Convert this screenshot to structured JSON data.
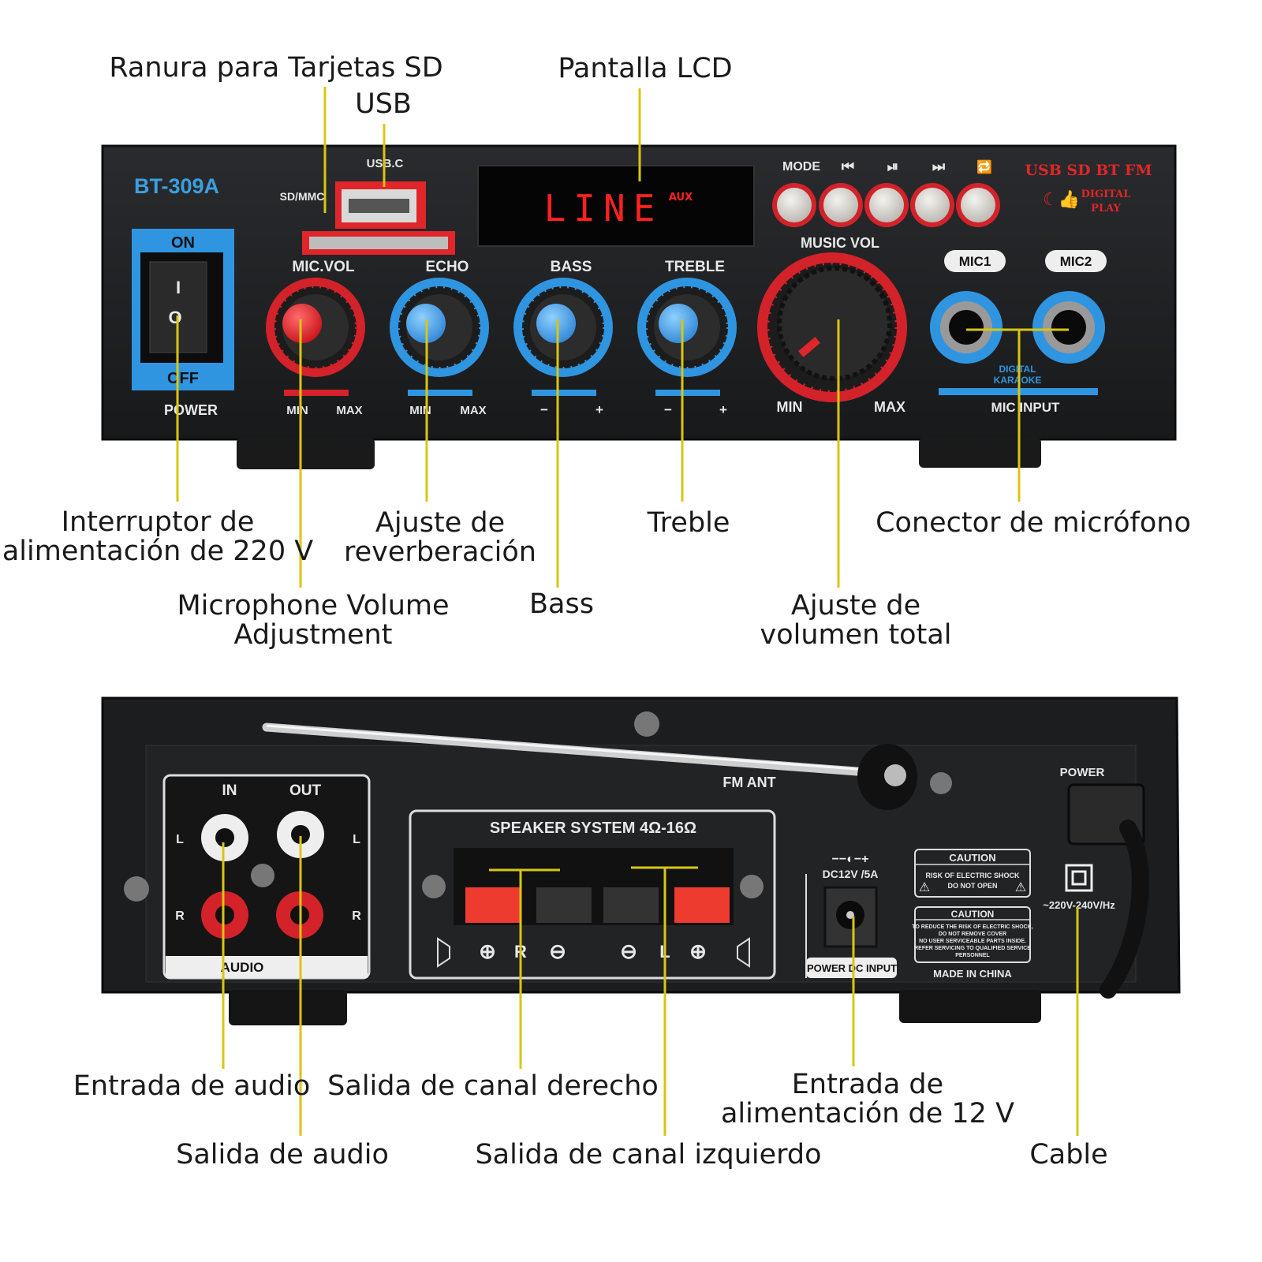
{
  "callouts": {
    "sd_slot": "Ranura para Tarjetas SD",
    "usb": "USB",
    "lcd": "Pantalla LCD",
    "power_switch": [
      "Interruptor de",
      "alimentación de 220 V"
    ],
    "reverb": [
      "Ajuste de",
      "reverberación"
    ],
    "treble": "Treble",
    "mic_connector": "Conector de micrófono",
    "mic_volume": [
      "Microphone Volume",
      "Adjustment"
    ],
    "bass": "Bass",
    "master_volume": [
      "Ajuste de",
      "volumen total"
    ],
    "audio_in": "Entrada de audio",
    "right_channel": "Salida de canal derecho",
    "dc_input": [
      "Entrada de",
      "alimentación de 12 V"
    ],
    "audio_out": "Salida de audio",
    "left_channel": "Salida de canal izquierdo",
    "cable": "Cable"
  },
  "front_panel": {
    "model": "BT-309A",
    "switch_on": "ON",
    "switch_off": "OFF",
    "switch_i": "I",
    "switch_o": "O",
    "power": "POWER",
    "usb_c": "USB.C",
    "sd_mmc": "SD/MMC",
    "lcd_text": "LINE",
    "lcd_aux": "AUX",
    "buttons": [
      "MODE",
      "⏮",
      "⏯",
      "⏭",
      "🔁"
    ],
    "sources": "USB SD BT FM",
    "digital_play": [
      "DIGITAL",
      "PLAY"
    ],
    "music_vol": "MUSIC VOL",
    "knobs": [
      "MIC.VOL",
      "ECHO",
      "BASS",
      "TREBLE"
    ],
    "knob_ranges": [
      [
        "MIN",
        "MAX"
      ],
      [
        "MIN",
        "MAX"
      ],
      [
        "−",
        "+"
      ],
      [
        "−",
        "+"
      ]
    ],
    "music_min": "MIN",
    "music_max": "MAX",
    "mic1": "MIC1",
    "mic2": "MIC2",
    "karaoke": [
      "DIGITAL",
      "KARAOKE"
    ],
    "mic_input": "MIC INPUT"
  },
  "rear_panel": {
    "in": "IN",
    "out": "OUT",
    "l": "L",
    "r": "R",
    "audio": "AUDIO",
    "fm_ant": "FM ANT",
    "speaker_system": "SPEAKER SYSTEM 4Ω-16Ω",
    "speaker_marks": [
      "⊕",
      "R",
      "⊖",
      "⊖",
      "L",
      "⊕"
    ],
    "dc_polarity": "−−◐−+",
    "dc_rating": "DC12V /5A",
    "power_dc_input": "POWER DC INPUT",
    "caution1_title": "CAUTION",
    "caution1_text": [
      "RISK OF ELECTRIC SHOCK",
      "DO NOT OPEN"
    ],
    "caution2_title": "CAUTION",
    "caution2_text": [
      "TO REDUCE THE RISK OF ELECTRIC SHOCK,",
      "DO NOT REMOVE COVER",
      "NO USER SERVICEABLE PARTS INSIDE.",
      "REFER SERVICING TO QUALIFIED SERVICE",
      "PERSONNEL"
    ],
    "made_in": "MADE IN CHINA",
    "power": "POWER",
    "ac_rating": "~220V-240V/Hz"
  },
  "colors": {
    "leader": "#d8c613",
    "accent_blue": "#2f95e0",
    "accent_red": "#e0262a",
    "panel": "#1f2022"
  }
}
